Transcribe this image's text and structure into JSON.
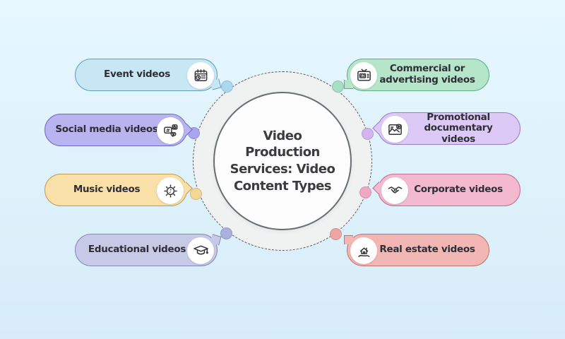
{
  "title": "Video Production Services: Video Content Types",
  "center": {
    "title_lines": [
      "Video",
      "Production",
      "Services: Video",
      "Content Types"
    ],
    "core_fill": "#fdfdfd",
    "core_border": "#696d72",
    "dashed_ring_color": "#54585c",
    "ring_inner_fill": "#f0f2f1"
  },
  "background_color": "#ddf1fb",
  "items": {
    "left": [
      {
        "label": "Event videos",
        "icon": "calendar-clock-icon",
        "fill": "#c8e7f4",
        "border": "#659ebc",
        "dot": "#a9d9ee"
      },
      {
        "label": "Social media videos",
        "icon": "social-engagement-icon",
        "fill": "#b9b4f0",
        "border": "#6f66cf",
        "dot": "#aaa4ec"
      },
      {
        "label": "Music videos",
        "icon": "music-note-icon",
        "fill": "#f8e0a8",
        "border": "#c29b4e",
        "dot": "#f3d795"
      },
      {
        "label": "Educational videos",
        "icon": "graduation-cap-icon",
        "fill": "#c7cae7",
        "border": "#8289bf",
        "dot": "#aab1de"
      }
    ],
    "right": [
      {
        "label": "Commercial or advertising videos",
        "lines": [
          "Commercial or",
          "advertising videos"
        ],
        "icon": "tv-ad-icon",
        "fill": "#b6e6c9",
        "border": "#5fae84",
        "dot": "#a6dfc1"
      },
      {
        "label": "Promotional documentary videos",
        "lines": [
          "Promotional",
          "documentary videos"
        ],
        "icon": "promo-video-icon",
        "fill": "#ddc9f6",
        "border": "#9e7bd0",
        "dot": "#d2b5ee"
      },
      {
        "label": "Corporate videos",
        "icon": "handshake-icon",
        "fill": "#f3bacf",
        "border": "#c06d93",
        "dot": "#f0a8c2"
      },
      {
        "label": "Real estate videos",
        "icon": "house-hand-icon",
        "fill": "#f2b7b4",
        "border": "#c07470",
        "dot": "#efa6a2"
      }
    ]
  }
}
